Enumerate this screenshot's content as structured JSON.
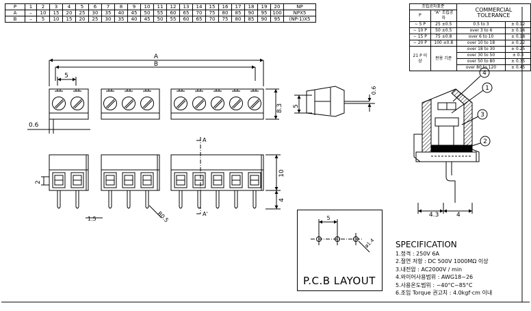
{
  "pin_table": {
    "rows": [
      {
        "label": "P",
        "cells": [
          "1",
          "2",
          "3",
          "4",
          "5",
          "6",
          "7",
          "8",
          "9",
          "10",
          "11",
          "12",
          "13",
          "14",
          "15",
          "16",
          "17",
          "18",
          "19",
          "20",
          "NP"
        ]
      },
      {
        "label": "A",
        "cells": [
          "–",
          "10",
          "15",
          "20",
          "25",
          "30",
          "35",
          "40",
          "45",
          "50",
          "55",
          "60",
          "65",
          "70",
          "75",
          "80",
          "85",
          "90",
          "95",
          "100",
          "NPX5"
        ]
      },
      {
        "label": "B",
        "cells": [
          "–",
          "5",
          "10",
          "15",
          "20",
          "25",
          "30",
          "35",
          "40",
          "45",
          "50",
          "55",
          "60",
          "65",
          "70",
          "75",
          "80",
          "85",
          "90",
          "95",
          "(NP-1)X5"
        ]
      }
    ]
  },
  "tolerance_table": {
    "header_left": "조립공차표준",
    "header_right": "COMMERCIAL TOLERANCE",
    "subheader": [
      "P",
      "\"A\" 조립공차"
    ],
    "left_rows": [
      [
        "∼ 5 P",
        "25 ±0.5"
      ],
      [
        "∼ 10 P",
        "50 ±0.5"
      ],
      [
        "∼ 15 P",
        "75 ±0.8"
      ],
      [
        "∼ 20 P",
        "100 ±0.8"
      ],
      [
        "21 P 이상",
        "판용 기준"
      ]
    ],
    "right_rows": [
      [
        "0.5 to 3",
        "± 0.12"
      ],
      [
        "over 3 to 6",
        "± 0.16"
      ],
      [
        "over 6 to 10",
        "± 0.18"
      ],
      [
        "over 10 to 18",
        "± 0.22"
      ],
      [
        "over 18 to 30",
        "± 0.25"
      ],
      [
        "over 30 to 50",
        "± 0.3"
      ],
      [
        "over 50 to 80",
        "± 0.35"
      ],
      [
        "over 80 to 120",
        "± 0.45"
      ]
    ]
  },
  "dimensions": {
    "A": "A",
    "B": "B",
    "pitch": "5",
    "h83": "8.3",
    "d06_left": "0.6",
    "side_5": "5",
    "side_06": "0.6",
    "sec_A": "A",
    "sec_A2": "A'",
    "h10": "10",
    "h4": "4",
    "h2": "2",
    "pin_w": "1.5",
    "r05": "R0.5",
    "cs_43": "4.3",
    "cs_4": "4",
    "callouts": [
      "4",
      "1",
      "3",
      "2"
    ]
  },
  "pcb": {
    "label": "P.C.B LAYOUT",
    "pitch": "5",
    "hole": "ø1.4"
  },
  "specification": {
    "title": "SPECIFICATION",
    "lines": [
      "1.정격 : 250V 6A",
      "2.절연 저항 : DC 500V 1000MΩ 이상",
      "3.내전압 : AC2000V / min",
      "4.와이어사용범위 : AWG18~26",
      "5.사용온도범위 : −40°C~85°C",
      "6.조임 Torque 권고치 : 4.0kgf·cm 이내"
    ]
  }
}
